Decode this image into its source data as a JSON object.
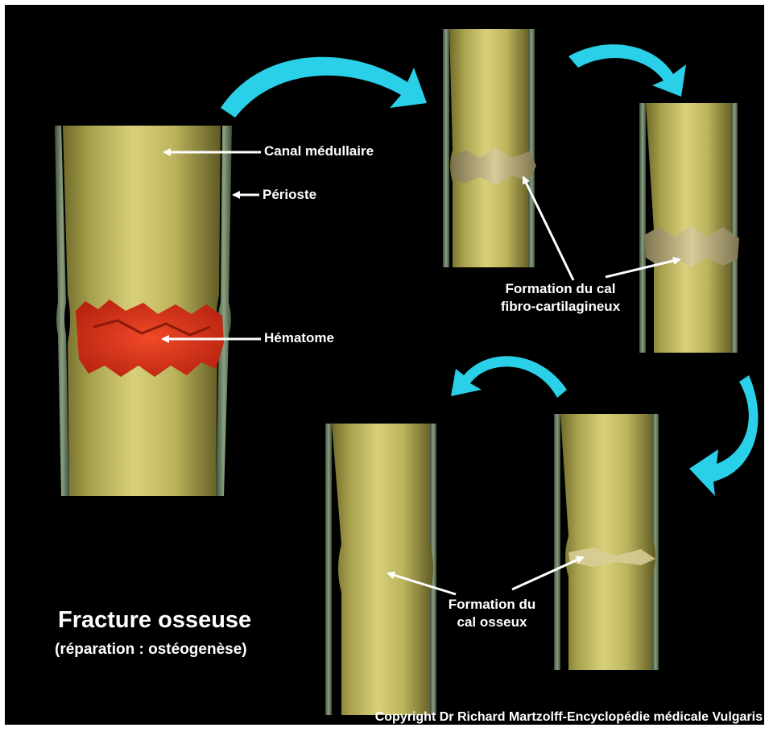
{
  "colors": {
    "background": "#000000",
    "bone_shaft": "#c8c064",
    "periosteum": "#6f8a66",
    "hematoma": "#e0391c",
    "callus": "#c9b97a",
    "arrow": "#2ad0e8",
    "text": "#ffffff"
  },
  "labels": {
    "canal": "Canal médullaire",
    "periosteum": "Périoste",
    "hematoma": "Hématome",
    "fibro_line1": "Formation du cal",
    "fibro_line2": "fibro-cartilagineux",
    "bony_line1": "Formation du",
    "bony_line2": "cal osseux"
  },
  "title": "Fracture osseuse",
  "subtitle": "(réparation : ostéogenèse)",
  "copyright": "Copyright Dr Richard Martzolff-Encyclopédie médicale Vulgaris",
  "stages": [
    {
      "name": "hematoma-stage"
    },
    {
      "name": "fibrocartilaginous-callus-early"
    },
    {
      "name": "fibrocartilaginous-callus-late"
    },
    {
      "name": "bony-callus-stage"
    },
    {
      "name": "remodeled-bone"
    }
  ]
}
